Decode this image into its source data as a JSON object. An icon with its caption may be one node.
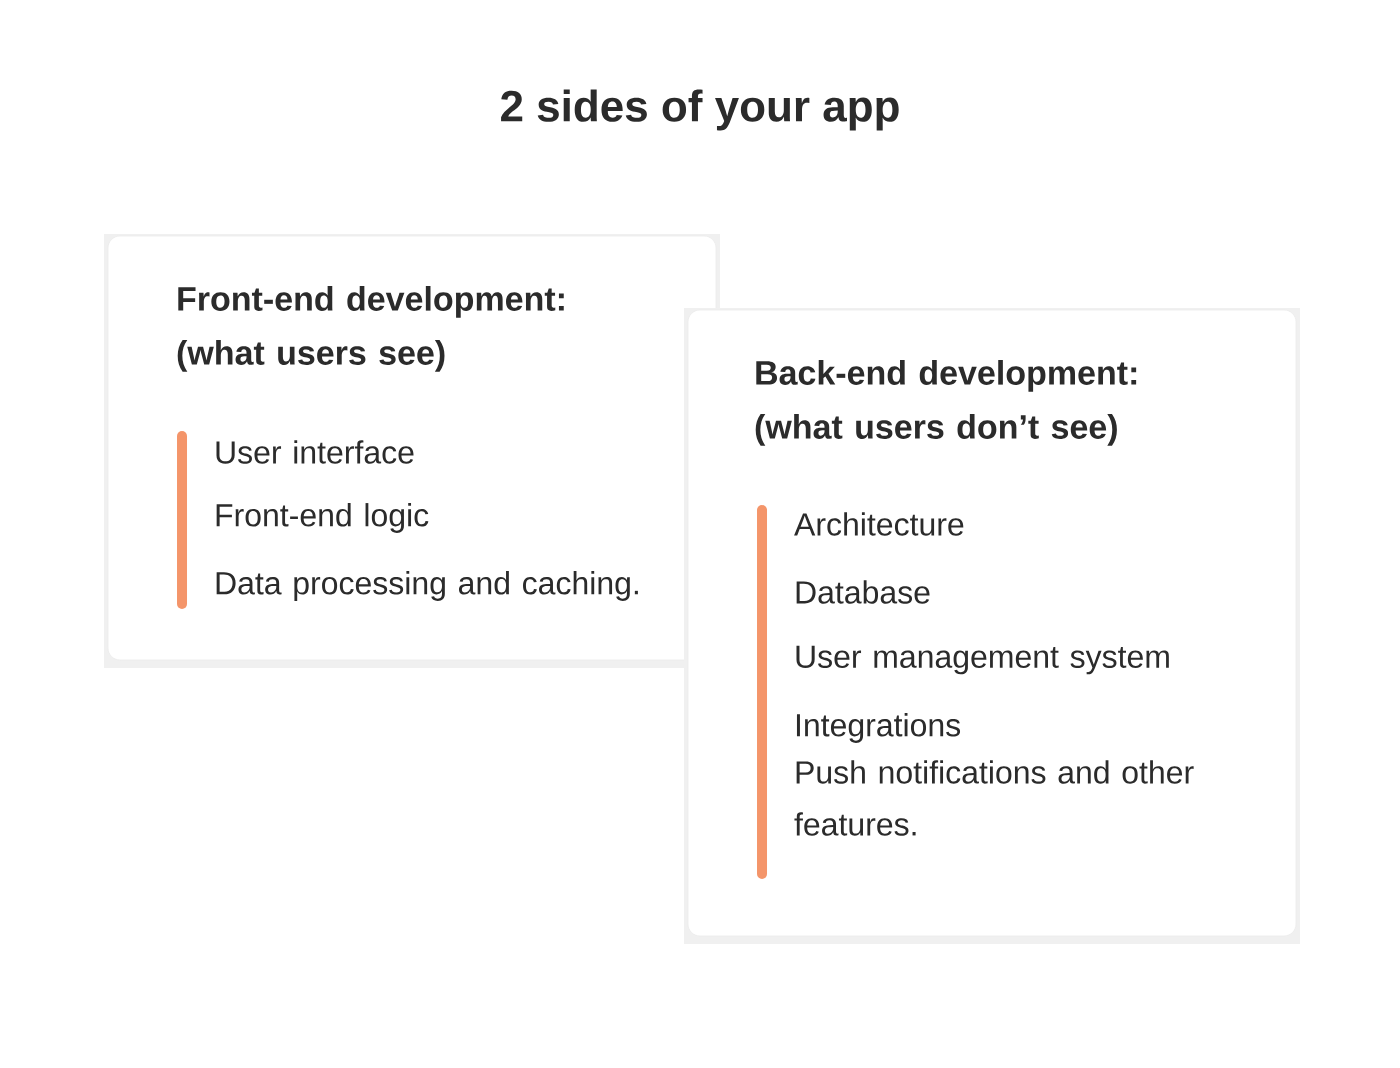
{
  "diagram": {
    "title": "2 sides of your app",
    "nodes": [
      {
        "text": [
          "Front-end development: (what users see)",
          "User interface",
          "Front-end logic",
          "Data processing and caching."
        ]
      },
      {
        "text": [
          "Back-end development: (what users don’t see)",
          "Architecture",
          "Database",
          "User management system",
          "Integrations",
          "Push notifications and other features."
        ]
      }
    ]
  }
}
